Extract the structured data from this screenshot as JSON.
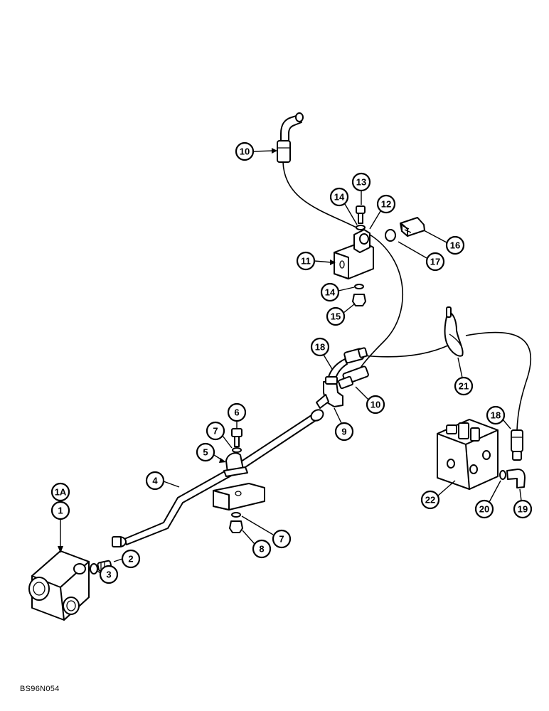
{
  "figure_code": "BS96N054",
  "callouts": [
    {
      "id": "c-1a",
      "label": "1A"
    },
    {
      "id": "c-1",
      "label": "1"
    },
    {
      "id": "c-2",
      "label": "2"
    },
    {
      "id": "c-3",
      "label": "3"
    },
    {
      "id": "c-4",
      "label": "4"
    },
    {
      "id": "c-5",
      "label": "5"
    },
    {
      "id": "c-6",
      "label": "6"
    },
    {
      "id": "c-7a",
      "label": "7"
    },
    {
      "id": "c-7b",
      "label": "7"
    },
    {
      "id": "c-8",
      "label": "8"
    },
    {
      "id": "c-9",
      "label": "9"
    },
    {
      "id": "c-10a",
      "label": "10"
    },
    {
      "id": "c-10b",
      "label": "10"
    },
    {
      "id": "c-11",
      "label": "11"
    },
    {
      "id": "c-12",
      "label": "12"
    },
    {
      "id": "c-13",
      "label": "13"
    },
    {
      "id": "c-14a",
      "label": "14"
    },
    {
      "id": "c-14b",
      "label": "14"
    },
    {
      "id": "c-15",
      "label": "15"
    },
    {
      "id": "c-16",
      "label": "16"
    },
    {
      "id": "c-17",
      "label": "17"
    },
    {
      "id": "c-18a",
      "label": "18"
    },
    {
      "id": "c-18b",
      "label": "18"
    },
    {
      "id": "c-19",
      "label": "19"
    },
    {
      "id": "c-20",
      "label": "20"
    },
    {
      "id": "c-21",
      "label": "21"
    },
    {
      "id": "c-22",
      "label": "22"
    }
  ]
}
